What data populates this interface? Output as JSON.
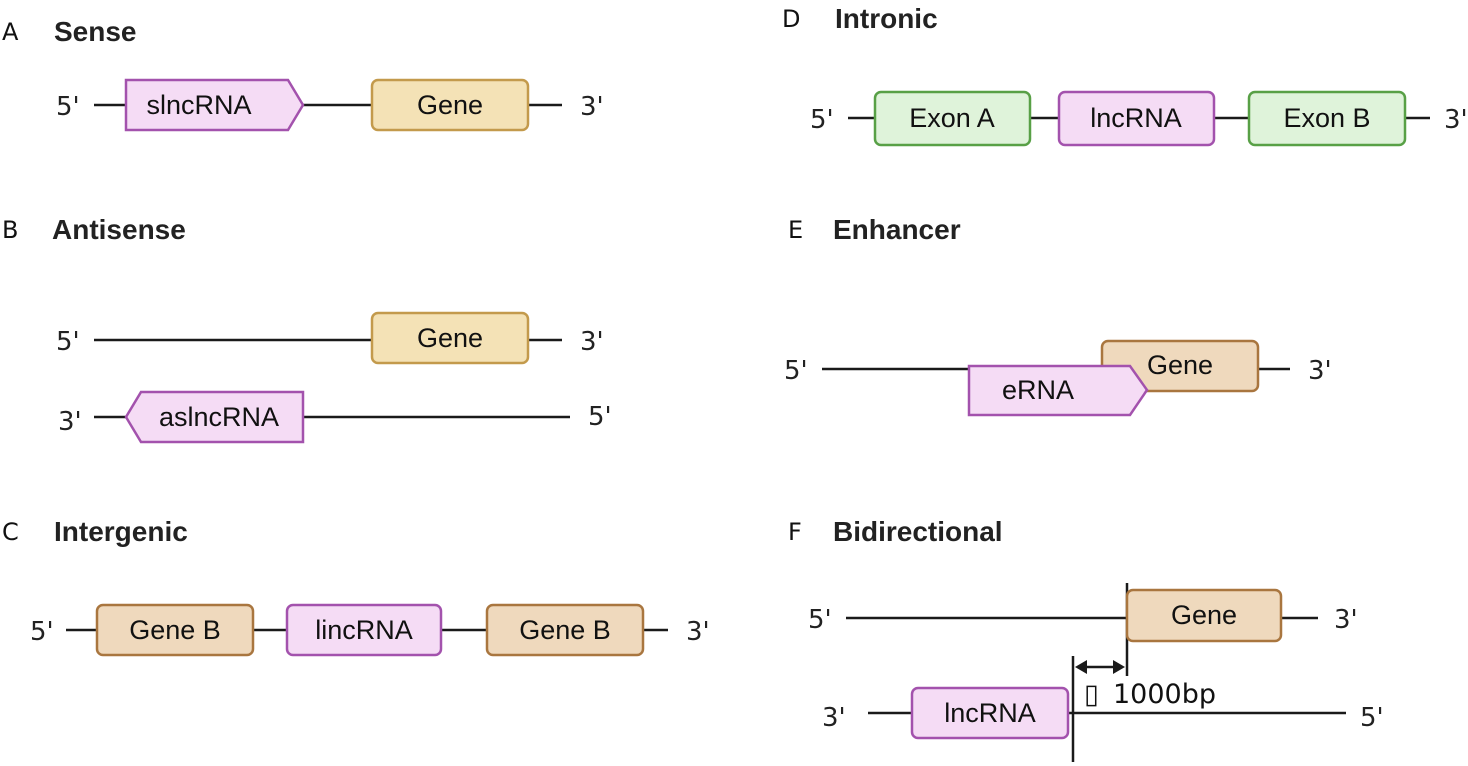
{
  "colors": {
    "gene_fill": "#f4e2b6",
    "gene_stroke": "#c39a4c",
    "brown_fill": "#efd9bd",
    "brown_stroke": "#a9763f",
    "lnc_fill": "#f5dcf5",
    "lnc_stroke": "#a352ad",
    "exon_fill": "#dff3da",
    "exon_stroke": "#58a046",
    "line": "#1a1a1a"
  },
  "panels": {
    "a": {
      "letter": "A",
      "title": "Sense",
      "end5": "5'",
      "end3": "3'",
      "lnc": "slncRNA",
      "gene": "Gene"
    },
    "b": {
      "letter": "B",
      "title": "Antisense",
      "top5": "5'",
      "top3": "3'",
      "gene": "Gene",
      "bot3": "3'",
      "bot5": "5'",
      "lnc": "aslncRNA"
    },
    "c": {
      "letter": "C",
      "title": "Intergenic",
      "end5": "5'",
      "end3": "3'",
      "gene1": "Gene B",
      "lnc": "lincRNA",
      "gene2": "Gene B"
    },
    "d": {
      "letter": "D",
      "title": "Intronic",
      "end5": "5'",
      "end3": "3'",
      "exon_a": "Exon A",
      "lnc": "lncRNA",
      "exon_b": "Exon B"
    },
    "e": {
      "letter": "E",
      "title": "Enhancer",
      "end5": "5'",
      "end3": "3'",
      "gene": "Gene",
      "lnc": "eRNA"
    },
    "f": {
      "letter": "F",
      "title": "Bidirectional",
      "top5": "5'",
      "top3": "3'",
      "gene": "Gene",
      "bot3": "3'",
      "bot5": "5'",
      "lnc": "lncRNA",
      "distance": "1000bp",
      "distance_symbol": "▯"
    }
  }
}
